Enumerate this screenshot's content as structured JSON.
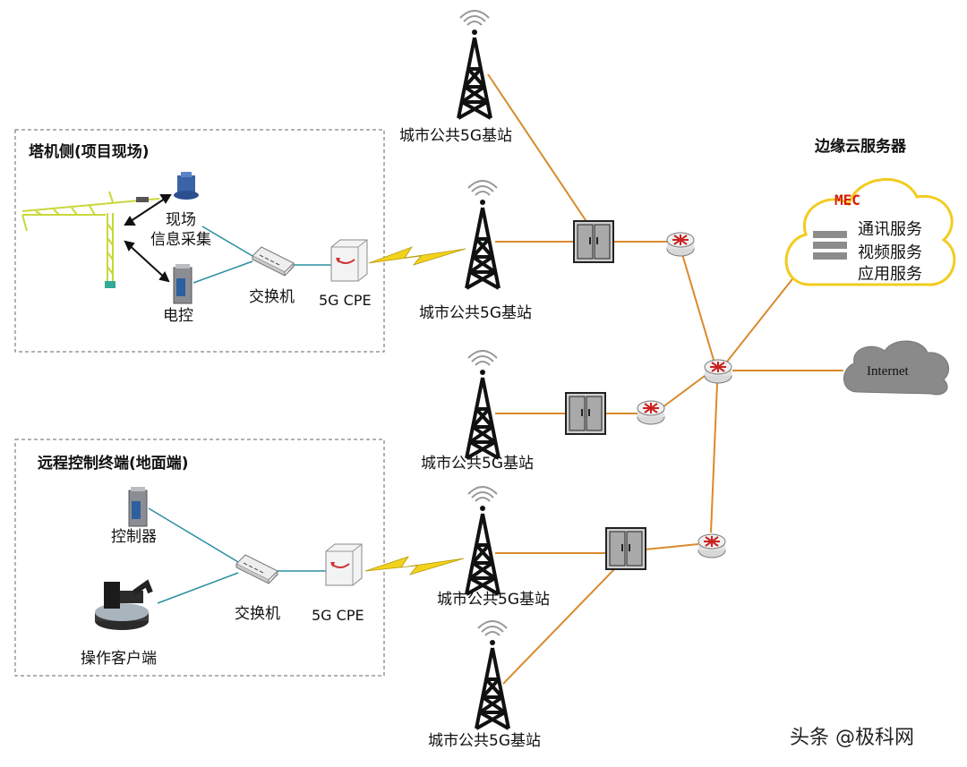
{
  "groups": {
    "tower_side": {
      "title": "塔机侧(项目现场)"
    },
    "remote_side": {
      "title": "远程控制终端(地面端)"
    }
  },
  "tower_side": {
    "info_collect": "现场\n信息采集",
    "electric_control": "电控",
    "switch": "交换机",
    "cpe": "5G CPE"
  },
  "remote_side": {
    "controller": "控制器",
    "operator_client": "操作客户端",
    "switch": "交换机",
    "cpe": "5G CPE"
  },
  "base_stations": [
    {
      "label": "城市公共5G基站"
    },
    {
      "label": "城市公共5G基站"
    },
    {
      "label": "城市公共5G基站"
    },
    {
      "label": "城市公共5G基站"
    },
    {
      "label": "城市公共5G基站"
    }
  ],
  "edge_cloud": {
    "title": "边缘云服务器",
    "mec": "MEC",
    "services": [
      "通讯服务",
      "视频服务",
      "应用服务"
    ]
  },
  "internet": {
    "label": "Internet"
  },
  "watermark": "头条 @极科网",
  "colors": {
    "link_orange": "#d98a2b",
    "link_teal": "#2a8fa0",
    "wireless_yellow": "#f2d21b",
    "cloud_outline": "#f2cc1f",
    "mec_red": "#d81e06"
  }
}
